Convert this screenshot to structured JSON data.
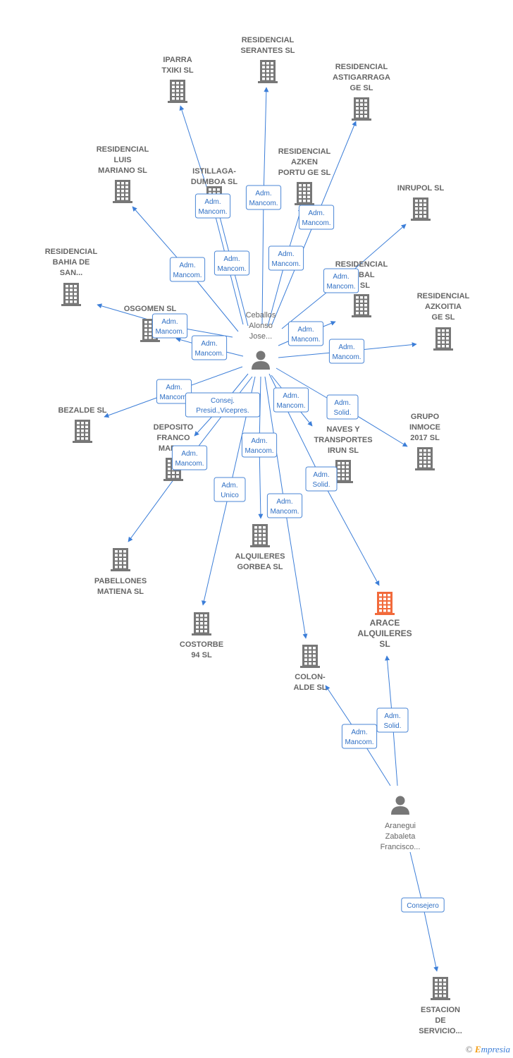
{
  "colors": {
    "edge": "#3c7ed8",
    "building": "#777777",
    "highlight": "#f26a3b",
    "person": "#777777",
    "tag_border": "#4a86d6",
    "tag_text": "#2f6fc4"
  },
  "persons": [
    {
      "id": "ceballos",
      "lines": [
        "Ceballos",
        "Alonso",
        "Jose..."
      ],
      "icon": "person-icon"
    },
    {
      "id": "aranegui",
      "lines": [
        "Aranegui",
        "Zabaleta",
        "Francisco..."
      ],
      "icon": "person-icon"
    }
  ],
  "companies": [
    {
      "id": "serantes",
      "lines": [
        "RESIDENCIAL",
        "SERANTES  SL"
      ],
      "highlight": false
    },
    {
      "id": "iparra",
      "lines": [
        "IPARRA",
        "TXIKI  SL"
      ],
      "highlight": false
    },
    {
      "id": "astigarraga",
      "lines": [
        "RESIDENCIAL",
        "ASTIGARRAGA",
        "GE  SL"
      ],
      "highlight": false
    },
    {
      "id": "luis",
      "lines": [
        "RESIDENCIAL",
        "LUIS",
        "MARIANO  SL"
      ],
      "highlight": false
    },
    {
      "id": "istillaga",
      "lines": [
        "ISTILLAGA-",
        "DUMBOA SL"
      ],
      "highlight": false
    },
    {
      "id": "azken",
      "lines": [
        "RESIDENCIAL",
        "AZKEN",
        "PORTU GE  SL"
      ],
      "highlight": false
    },
    {
      "id": "inrupol",
      "lines": [
        "INRUPOL SL"
      ],
      "highlight": false
    },
    {
      "id": "bahia",
      "lines": [
        "RESIDENCIAL",
        "BAHIA DE",
        "SAN..."
      ],
      "highlight": false
    },
    {
      "id": "zabal",
      "lines": [
        "RESIDENCIAL",
        "ZABAL",
        "F  SL"
      ],
      "highlight": false
    },
    {
      "id": "osgomen",
      "lines": [
        "OSGOMEN SL"
      ],
      "highlight": false
    },
    {
      "id": "azkoitia",
      "lines": [
        "RESIDENCIAL",
        "AZKOITIA",
        "GE  SL"
      ],
      "highlight": false
    },
    {
      "id": "bezalde",
      "lines": [
        "BEZALDE SL"
      ],
      "highlight": false
    },
    {
      "id": "deposito",
      "lines": [
        "DEPOSITO",
        "FRANCO",
        "MADR..."
      ],
      "highlight": false
    },
    {
      "id": "naves",
      "lines": [
        "NAVES Y",
        "TRANSPORTES",
        "IRUN  SL"
      ],
      "highlight": false
    },
    {
      "id": "inmoce",
      "lines": [
        "GRUPO",
        "INMOCE",
        "2017  SL"
      ],
      "highlight": false
    },
    {
      "id": "pabellones",
      "lines": [
        "PABELLONES",
        "MATIENA SL"
      ],
      "highlight": false
    },
    {
      "id": "gorbea",
      "lines": [
        "ALQUILERES",
        "GORBEA SL"
      ],
      "highlight": false
    },
    {
      "id": "arace",
      "lines": [
        "ARACE",
        "ALQUILERES",
        "SL"
      ],
      "highlight": true
    },
    {
      "id": "costorbe",
      "lines": [
        "COSTORBE",
        "94 SL"
      ],
      "highlight": false
    },
    {
      "id": "colon",
      "lines": [
        "COLON-",
        "ALDE  SL"
      ],
      "highlight": false
    },
    {
      "id": "estacion",
      "lines": [
        "ESTACION",
        "DE",
        "SERVICIO..."
      ],
      "highlight": false
    }
  ],
  "relations": [
    {
      "from": "ceballos",
      "to": "serantes",
      "role": [
        "Adm.",
        "Mancom."
      ]
    },
    {
      "from": "ceballos",
      "to": "iparra",
      "role": [
        "Adm.",
        "Mancom."
      ]
    },
    {
      "from": "ceballos",
      "to": "istillaga",
      "role": [
        "Adm.",
        "Mancom."
      ]
    },
    {
      "from": "ceballos",
      "to": "astigarraga",
      "role": [
        "Adm.",
        "Mancom."
      ]
    },
    {
      "from": "ceballos",
      "to": "azken",
      "role": [
        "Adm.",
        "Mancom."
      ]
    },
    {
      "from": "ceballos",
      "to": "luis",
      "role": [
        "Adm.",
        "Mancom."
      ]
    },
    {
      "from": "ceballos",
      "to": "inrupol",
      "role": [
        "Adm.",
        "Mancom."
      ]
    },
    {
      "from": "ceballos",
      "to": "bahia",
      "role": [
        "Adm.",
        "Mancom."
      ]
    },
    {
      "from": "ceballos",
      "to": "osgomen",
      "role": [
        "Adm.",
        "Mancom."
      ]
    },
    {
      "from": "ceballos",
      "to": "zabal",
      "role": [
        "Adm.",
        "Mancom."
      ]
    },
    {
      "from": "ceballos",
      "to": "azkoitia",
      "role": [
        "Adm.",
        "Mancom."
      ]
    },
    {
      "from": "ceballos",
      "to": "bezalde",
      "role": [
        "Adm.",
        "Mancom."
      ]
    },
    {
      "from": "ceballos",
      "to": "deposito",
      "role": [
        "Consej.",
        "Presid.,Vicepres."
      ]
    },
    {
      "from": "ceballos",
      "to": "naves",
      "role": [
        "Adm.",
        "Mancom."
      ]
    },
    {
      "from": "ceballos",
      "to": "inmoce",
      "role": [
        "Adm.",
        "Solid."
      ]
    },
    {
      "from": "ceballos",
      "to": "pabellones",
      "role": [
        "Adm.",
        "Mancom."
      ]
    },
    {
      "from": "ceballos",
      "to": "gorbea",
      "role": [
        "Adm.",
        "Mancom."
      ]
    },
    {
      "from": "ceballos",
      "to": "costorbe",
      "role": [
        "Adm.",
        "Unico"
      ]
    },
    {
      "from": "ceballos",
      "to": "colon",
      "role": [
        "Adm.",
        "Mancom."
      ]
    },
    {
      "from": "ceballos",
      "to": "arace",
      "role": [
        "Adm.",
        "Solid."
      ]
    },
    {
      "from": "aranegui",
      "to": "colon",
      "role": [
        "Adm.",
        "Mancom."
      ]
    },
    {
      "from": "aranegui",
      "to": "arace",
      "role": [
        "Adm.",
        "Solid."
      ]
    },
    {
      "from": "aranegui",
      "to": "estacion",
      "role": [
        "Consejero"
      ]
    }
  ],
  "footer": {
    "copyright": "©",
    "brand_first": "E",
    "brand_rest": "mpresia"
  }
}
